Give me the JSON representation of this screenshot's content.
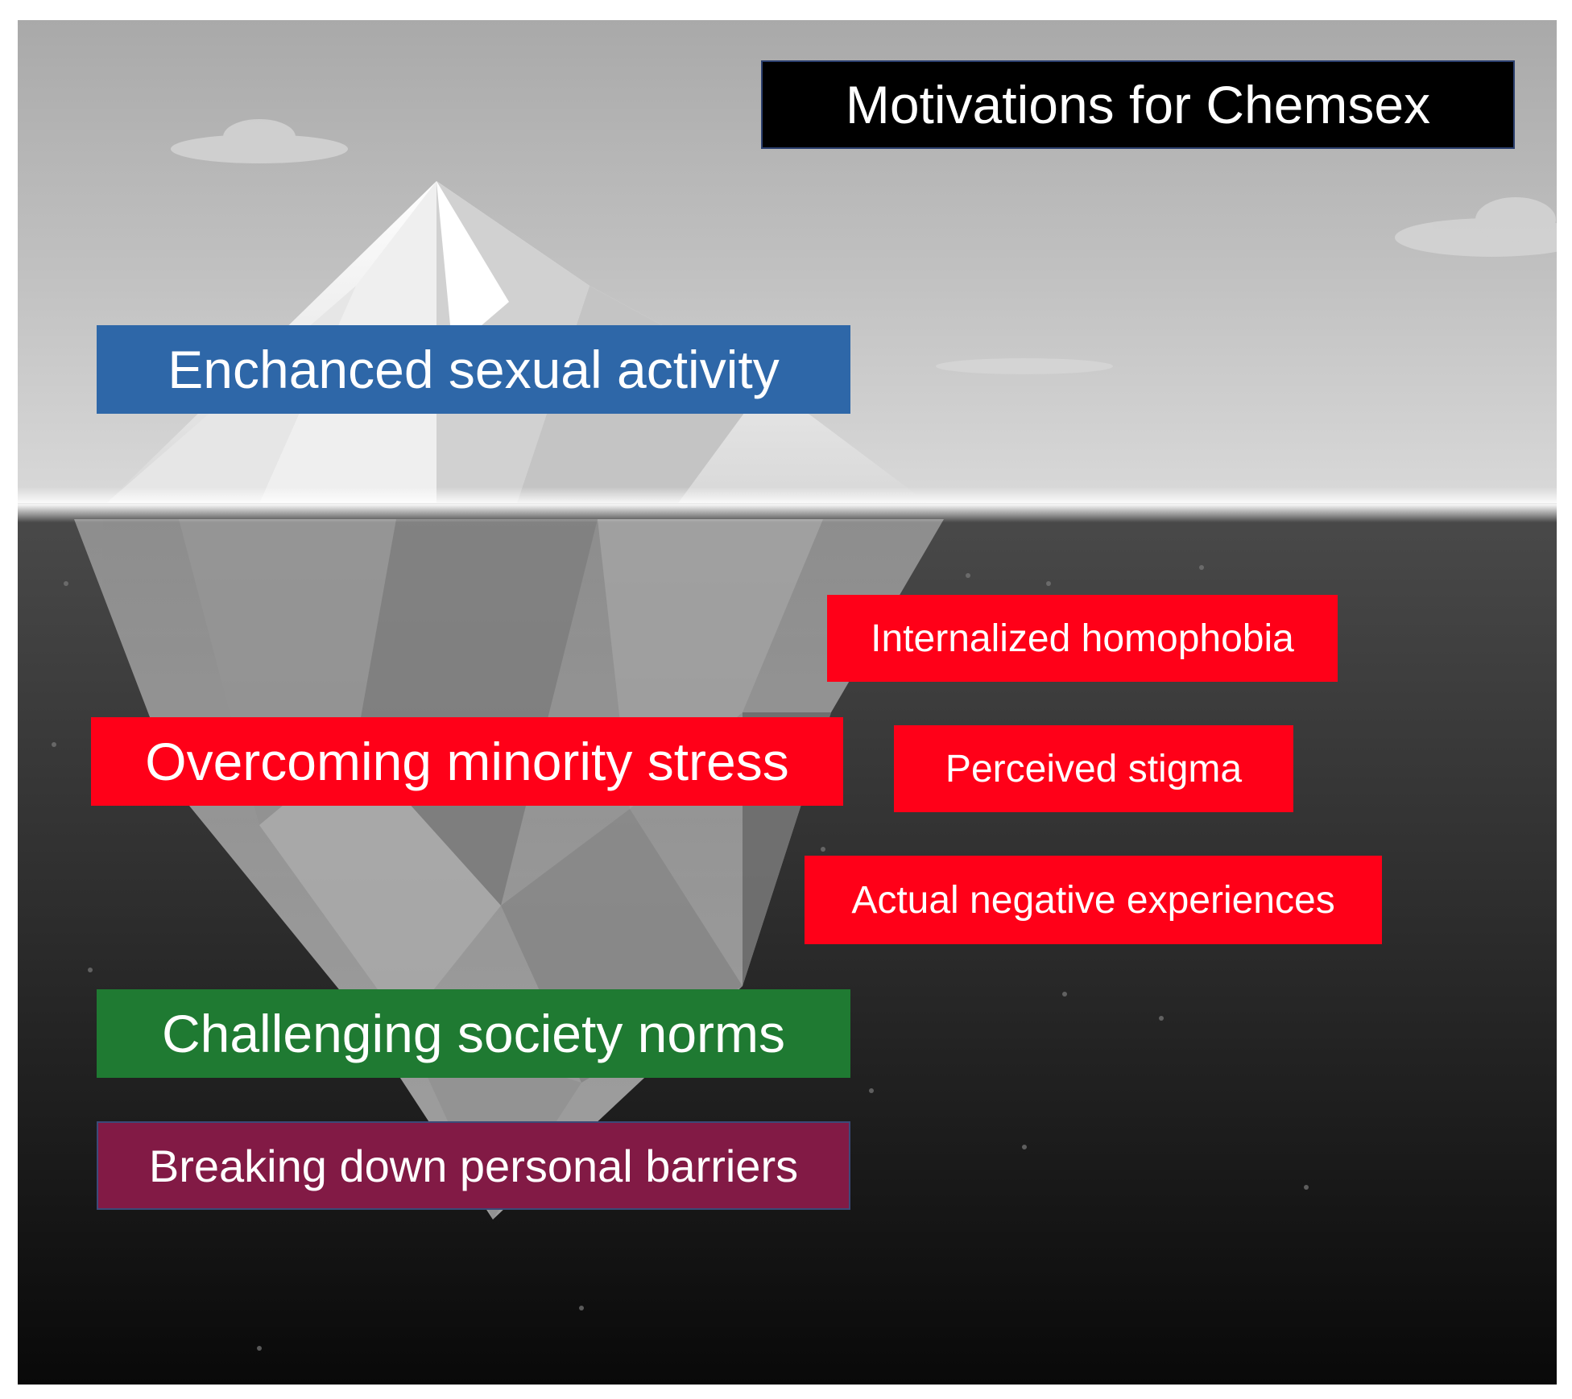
{
  "title": "Motivations for Chemsex",
  "above_water": {
    "label": "Enchanced sexual activity",
    "color": "#2e67a8"
  },
  "below_water": {
    "minority_stress": {
      "label": "Overcoming minority stress",
      "color": "#ff0018",
      "factors": [
        {
          "label": "Internalized homophobia"
        },
        {
          "label": "Perceived stigma"
        },
        {
          "label": "Actual negative experiences"
        }
      ]
    },
    "society_norms": {
      "label": "Challenging society norms",
      "color": "#1f7a32"
    },
    "personal_barriers": {
      "label": "Breaking down personal barriers",
      "color": "#821a45"
    }
  },
  "background": {
    "sky_color": "#c8c8c8",
    "water_color": "#2a2a2a",
    "iceberg_icon": "iceberg-icon"
  }
}
